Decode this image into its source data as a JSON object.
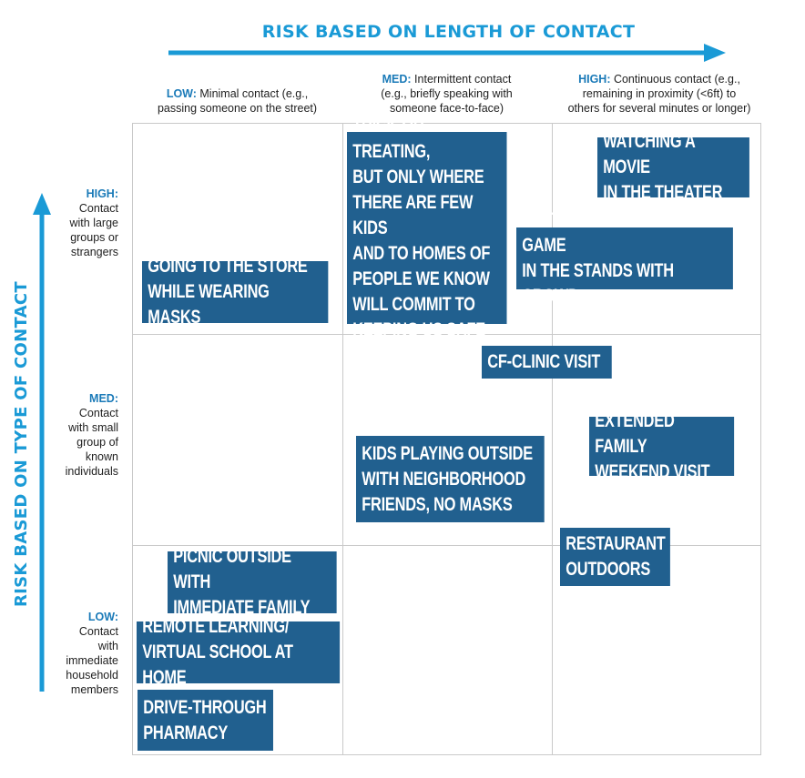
{
  "x_axis": {
    "title": "RISK BASED ON LENGTH OF CONTACT",
    "columns": [
      {
        "level": "LOW:",
        "text": " Minimal contact (e.g.,\npassing someone on the street)"
      },
      {
        "level": "MED:",
        "text": " Intermittent contact\n(e.g., briefly speaking with\nsomeone face-to-face)"
      },
      {
        "level": "HIGH:",
        "text": " Continuous contact (e.g.,\nremaining in proximity (<6ft) to\nothers for several minutes or longer)"
      }
    ]
  },
  "y_axis": {
    "title": "RISK BASED ON TYPE OF CONTACT",
    "rows": [
      {
        "level": "HIGH:",
        "text": "Contact\nwith large\ngroups or\nstrangers"
      },
      {
        "level": "MED:",
        "text": "Contact\nwith small\ngroup of\nknown\nindividuals"
      },
      {
        "level": "LOW:",
        "text": "Contact\nwith\nimmediate\nhousehold\nmembers"
      }
    ]
  },
  "activities": [
    {
      "id": "trick-or-treating",
      "label": "TRICK-OR-TREATING,\nBUT ONLY WHERE\nTHERE ARE FEW KIDS\nAND TO HOMES OF\nPEOPLE WE KNOW\nWILL COMMIT TO\nKEEPING US SAFE"
    },
    {
      "id": "movie-theater",
      "label": "WATCHING A MOVIE\nIN THE THEATER"
    },
    {
      "id": "football-game",
      "label": "WATCHING FOOTBALL GAME\nIN THE STANDS WITH CROWD"
    },
    {
      "id": "store-masks",
      "label": "GOING TO THE STORE\nWHILE WEARING MASKS"
    },
    {
      "id": "cf-clinic",
      "label": "CF-CLINIC VISIT"
    },
    {
      "id": "extended-family",
      "label": "EXTENDED FAMILY\nWEEKEND VISIT"
    },
    {
      "id": "kids-playing",
      "label": "KIDS PLAYING OUTSIDE\nWITH NEIGHBORHOOD\nFRIENDS, NO MASKS"
    },
    {
      "id": "restaurant",
      "label": "RESTAURANT\nOUTDOORS"
    },
    {
      "id": "picnic",
      "label": "PICNIC OUTSIDE WITH\nIMMEDIATE FAMILY"
    },
    {
      "id": "remote-learning",
      "label": "REMOTE LEARNING/\nVIRTUAL SCHOOL AT HOME"
    },
    {
      "id": "drive-through",
      "label": "DRIVE-THROUGH\nPHARMACY"
    }
  ],
  "colors": {
    "axis": "#1a9ad6",
    "box": "#21608f",
    "level": "#1a7ab8",
    "grid": "#c9c9c9"
  }
}
